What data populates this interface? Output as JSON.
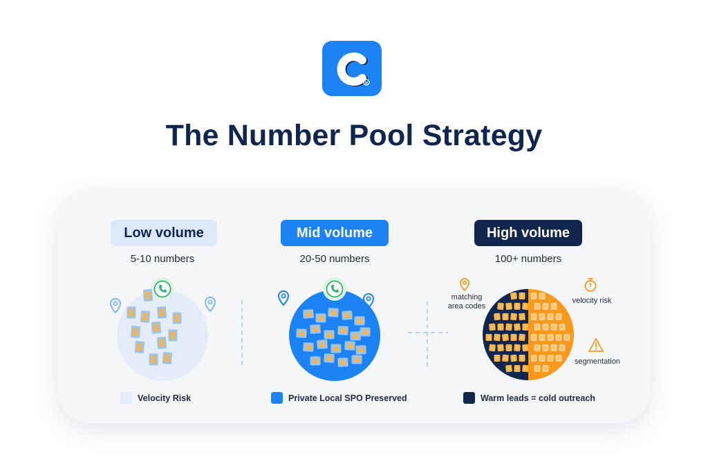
{
  "title": "The Number Pool Strategy",
  "brand": {
    "logo_icon": "brand-c-logo",
    "color": "#1c83f5",
    "mark": "®"
  },
  "columns": [
    {
      "label": "Low volume",
      "count": "5-10 numbers",
      "legend": "Velocity Risk",
      "badge_bg": "#dde9f8",
      "badge_fg": "#11264f",
      "circle_color": "#e3ecf8",
      "legend_color": "#e3ecf8",
      "chips": 12
    },
    {
      "label": "Mid volume",
      "count": "20-50 numbers",
      "legend": "Private Local SPO Preserved",
      "badge_bg": "#1c83f5",
      "badge_fg": "#ffffff",
      "circle_color": "#1c83f5",
      "legend_color": "#1c83f5",
      "chips": 20
    },
    {
      "label": "High volume",
      "count": "100+ numbers",
      "legend": "Warm leads = cold outreach",
      "badge_bg": "#11264f",
      "badge_fg": "#ffffff",
      "circle_colors": [
        "#11264f",
        "#f8981d"
      ],
      "legend_color": "#11264f",
      "annotations": {
        "matching_area_codes": "matching\narea codes",
        "velocity_risk": "velocity risk",
        "segmentation": "segmentation"
      }
    }
  ],
  "icons": [
    "phone-shield-icon",
    "map-pin-icon",
    "sim-chip-icon",
    "stopwatch-icon",
    "warning-icon"
  ],
  "colors": {
    "navy": "#11264f",
    "blue": "#1c83f5",
    "orange": "#f8981d",
    "green": "#2fb36b",
    "chip": "#f5b54a"
  }
}
